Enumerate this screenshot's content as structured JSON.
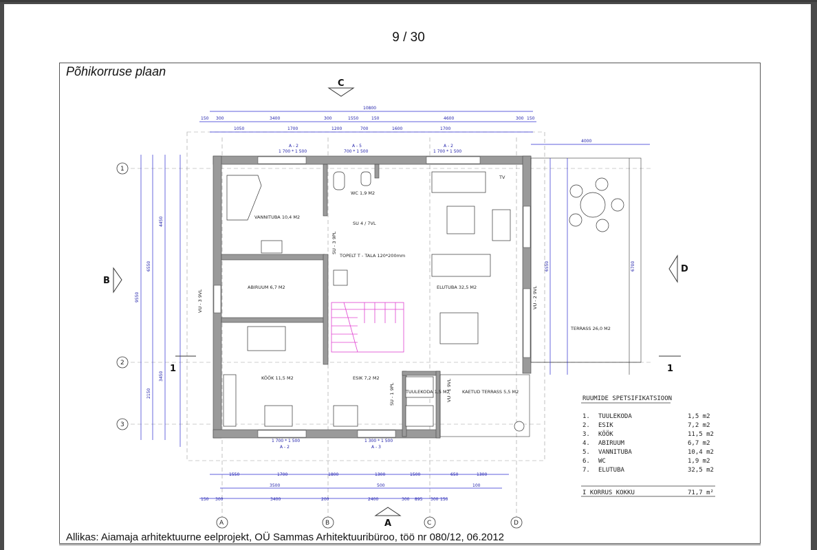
{
  "page_indicator": "9 / 30",
  "plan_title": "Põhikorruse plaan",
  "source_caption": "Allikas: Aiamaja arhitektuurne eelprojekt, OÜ Sammas Arhitektuuribüroo, töö nr 080/12, 06.2012",
  "sections": {
    "top": "C",
    "bottom": "A",
    "left": "B",
    "right": "D",
    "cut_left": "1",
    "cut_right": "1"
  },
  "grid_rows": [
    "1",
    "2",
    "3"
  ],
  "grid_cols": [
    "A",
    "B",
    "C",
    "D"
  ],
  "dims_top": {
    "total": "10800",
    "row2": [
      "150",
      "300",
      "3400",
      "300",
      "1550",
      "150",
      "4600",
      "300",
      "150"
    ],
    "row3": [
      "1050",
      "1700",
      "1200",
      "700",
      "1600",
      "1700"
    ],
    "windows": [
      {
        "code": "A - 2",
        "size": "1 700 * 1 500"
      },
      {
        "code": "A - 5",
        "size": "700 * 1 500"
      },
      {
        "code": "A - 2",
        "size": "1 700 * 1 500"
      }
    ],
    "terrace": "4000"
  },
  "dims_bottom": {
    "row1": [
      "1550",
      "1700",
      "1800",
      "1300",
      "1500",
      "650",
      "1300"
    ],
    "row2": [
      "3500",
      "500",
      "100"
    ],
    "row3": [
      "150",
      "300",
      "3400",
      "200",
      "2400",
      "300",
      "895",
      "300",
      "150"
    ],
    "windows": [
      {
        "code": "A - 2",
        "size": "1 700 * 1 500"
      },
      {
        "code": "A - 3",
        "size": "1 300 * 1 500"
      }
    ]
  },
  "dims_left": {
    "total": "9550",
    "a": "4450",
    "b": "6550",
    "c": "3450",
    "d": "2150"
  },
  "dims_right": {
    "a": "6550",
    "b": "6700"
  },
  "rooms": [
    {
      "name": "VANNITUBA 10,4 M2"
    },
    {
      "name": "WC 1,9 M2"
    },
    {
      "name": "SU 4 / 7VL"
    },
    {
      "name": "ELUTUBA 32,5 M2"
    },
    {
      "name": "ABIRUUM 6,7 M2"
    },
    {
      "name": "KÖÖK 11,5 M2"
    },
    {
      "name": "ESIK 7,2 M2"
    },
    {
      "name": "TUULEKODA 1,5 M2"
    },
    {
      "name": "KAETUD TERRASS 5,5 M2"
    },
    {
      "name": "TERRASS 26,0 M2"
    }
  ],
  "annotations": {
    "beam": "TOPELT T - TALA 120*200mm",
    "tv": "TV",
    "vu3": "VU - 3 9VL",
    "vu2": "VU - 2 9VL",
    "su3": "SU - 3 9PL",
    "su1": "SU - 1 9PL",
    "vu1": "VU - 1 9VL"
  },
  "spec_table": {
    "title": "RUUMIDE SPETSIFIKATSIOON",
    "rows": [
      {
        "no": "1.",
        "name": "TUULEKODA",
        "area": "1,5 m2"
      },
      {
        "no": "2.",
        "name": "ESIK",
        "area": "7,2 m2"
      },
      {
        "no": "3.",
        "name": "KÖÖK",
        "area": "11,5 m2"
      },
      {
        "no": "4.",
        "name": "ABIRUUM",
        "area": "6,7 m2"
      },
      {
        "no": "5.",
        "name": "VANNITUBA",
        "area": "10,4 m2"
      },
      {
        "no": "6.",
        "name": "WC",
        "area": "1,9 m2"
      },
      {
        "no": "7.",
        "name": "ELUTUBA",
        "area": "32,5 m2"
      }
    ],
    "total_label": "I KORRUS KOKKU",
    "total_value": "71,7 m²"
  },
  "colors": {
    "wall": "#9a9a9a",
    "dimension": "#2a2ad0",
    "stair": "#e040d0",
    "frame": "#555555"
  }
}
